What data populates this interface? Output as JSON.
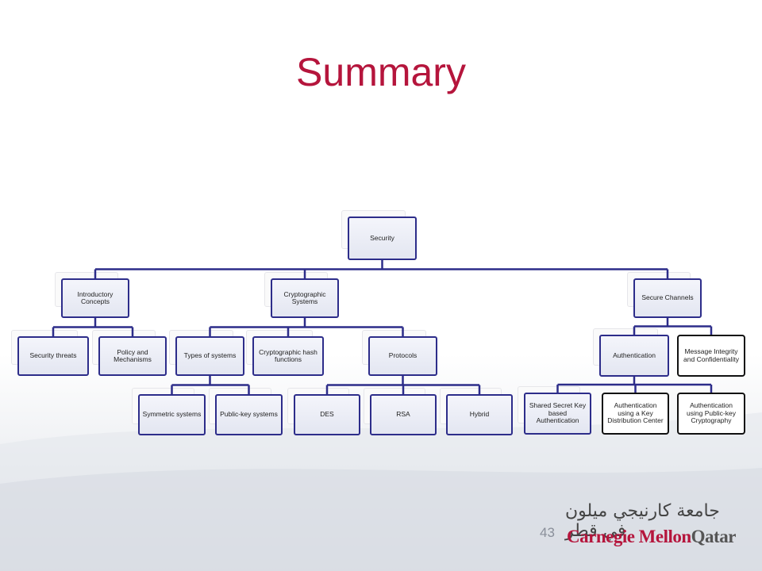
{
  "title": "Summary",
  "page_number": "43",
  "logo": {
    "arabic_text": "جامعة كارنيجي ميلون في قطر",
    "english_part1": "Carnegie Mellon",
    "english_part2": "Qatar"
  },
  "colors": {
    "title": "#b5153c",
    "connector": "#2d2d8a"
  },
  "tree": {
    "id": "security",
    "label": "Security",
    "children": [
      {
        "id": "introductory",
        "label": "Introductory Concepts",
        "children": [
          {
            "id": "security-threats",
            "label": "Security threats"
          },
          {
            "id": "policy",
            "label": "Policy and Mechanisms"
          }
        ]
      },
      {
        "id": "crypto-systems",
        "label": "Cryptographic Systems",
        "children": [
          {
            "id": "types",
            "label": "Types of systems",
            "children": [
              {
                "id": "symmetric",
                "label": "Symmetric systems"
              },
              {
                "id": "public-key",
                "label": "Public-key systems"
              }
            ]
          },
          {
            "id": "hash",
            "label": "Cryptographic hash functions"
          },
          {
            "id": "protocols",
            "label": "Protocols",
            "children": [
              {
                "id": "des",
                "label": "DES"
              },
              {
                "id": "rsa",
                "label": "RSA"
              },
              {
                "id": "hybrid",
                "label": "Hybrid"
              }
            ]
          }
        ]
      },
      {
        "id": "secure-channels",
        "label": "Secure Channels",
        "children": [
          {
            "id": "authentication",
            "label": "Authentication",
            "children": [
              {
                "id": "shared-secret",
                "label": "Shared Secret Key based Authentication"
              },
              {
                "id": "kdc",
                "label": "Authentication using a Key Distribution Center",
                "style": "white"
              },
              {
                "id": "public-key-auth",
                "label": "Authentication using Public-key Cryptography",
                "style": "white"
              }
            ]
          },
          {
            "id": "message-integrity",
            "label": "Message Integrity and Confidentiality",
            "style": "white"
          }
        ]
      }
    ]
  }
}
